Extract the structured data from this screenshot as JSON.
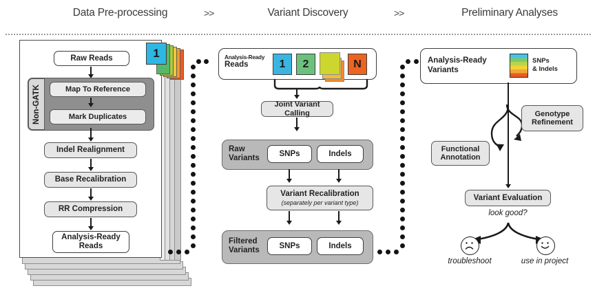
{
  "header": {
    "phases": [
      "Data Pre-processing",
      "Variant Discovery",
      "Preliminary Analyses"
    ],
    "separator": ">>"
  },
  "panel_preprocessing": {
    "name": "Data Pre-processing",
    "sample_tab_label": "1",
    "steps": [
      {
        "id": "raw-reads",
        "label": "Raw Reads",
        "style": "white"
      },
      {
        "id": "map-to-reference",
        "label": "Map To Reference",
        "style": "light-grey"
      },
      {
        "id": "mark-duplicates",
        "label": "Mark Duplicates",
        "style": "light-grey"
      },
      {
        "id": "indel-realignment",
        "label": "Indel Realignment",
        "style": "grey"
      },
      {
        "id": "base-recalibration",
        "label": "Base Recalibration",
        "style": "grey"
      },
      {
        "id": "rr-compression",
        "label": "RR Compression",
        "style": "grey"
      },
      {
        "id": "analysis-ready-reads",
        "label": "Analysis-Ready\nReads",
        "style": "white"
      }
    ],
    "non_gatk_label": "Non-GATK",
    "tab_colors": [
      "#2eb7e4",
      "#56b86a",
      "#a8cc3a",
      "#f2c63c",
      "#f39a2b",
      "#ec5c24"
    ]
  },
  "panel_discovery": {
    "name": "Variant Discovery",
    "analysis_ready_reads": {
      "label_top": "Analysis-Ready",
      "label_bottom": "Reads",
      "chips": [
        {
          "label": "1",
          "color": "#3ab5e0"
        },
        {
          "label": "2",
          "color": "#6cc07e"
        },
        {
          "label": "",
          "color": "#cdd62f"
        },
        {
          "label": "N",
          "color": "#ed6421"
        }
      ],
      "stack_colors": [
        "#f5b942",
        "#f08c2e"
      ]
    },
    "joint_variant_calling": "Joint Variant Calling",
    "raw_variants": {
      "group_label": "Raw\nVariants",
      "items": [
        "SNPs",
        "Indels"
      ]
    },
    "variant_recalibration": {
      "title": "Variant Recalibration",
      "subtitle": "(separately per variant type)"
    },
    "filtered_variants": {
      "group_label": "Filtered\nVariants",
      "items": [
        "SNPs",
        "Indels"
      ]
    }
  },
  "panel_analyses": {
    "name": "Preliminary Analyses",
    "analysis_ready_variants": {
      "label": "Analysis-Ready\nVariants",
      "legend_label": "SNPs\n& Indels",
      "gradient_stops": [
        "#49c2e8",
        "#7dc96a",
        "#b9d44a",
        "#f2d23a",
        "#f0a732",
        "#ea5a23"
      ]
    },
    "functional_annotation": "Functional\nAnnotation",
    "genotype_refinement": "Genotype\nRefinement",
    "variant_evaluation": "Variant Evaluation",
    "decision_label": "look good?",
    "outcomes": [
      {
        "id": "troubleshoot",
        "label": "troubleshoot",
        "face": "sad-face-icon"
      },
      {
        "id": "use-in-project",
        "label": "use in project",
        "face": "happy-face-icon"
      }
    ]
  },
  "colors": {
    "ink": "#231f20",
    "grey_box": "#e6e6e6",
    "group_grey": "#b9b9b9",
    "non_gatk_fill": "#8f8f8f"
  }
}
